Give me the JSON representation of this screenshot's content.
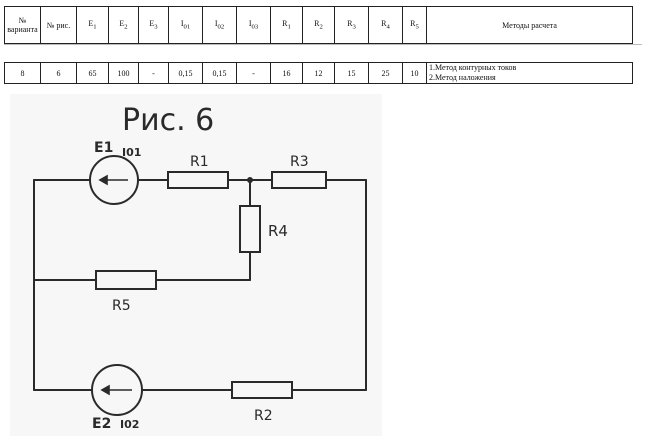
{
  "table": {
    "headers": [
      {
        "main": "№ варианта",
        "sub": ""
      },
      {
        "main": "№ рис.",
        "sub": ""
      },
      {
        "main": "E",
        "sub": "1"
      },
      {
        "main": "E",
        "sub": "2"
      },
      {
        "main": "E",
        "sub": "3"
      },
      {
        "main": "I",
        "sub": "01"
      },
      {
        "main": "I",
        "sub": "02"
      },
      {
        "main": "I",
        "sub": "03"
      },
      {
        "main": "R",
        "sub": "1"
      },
      {
        "main": "R",
        "sub": "2"
      },
      {
        "main": "R",
        "sub": "3"
      },
      {
        "main": "R",
        "sub": "4"
      },
      {
        "main": "R",
        "sub": "5"
      },
      {
        "main": "Методы расчета",
        "sub": ""
      }
    ],
    "row": [
      "8",
      "6",
      "65",
      "100",
      "-",
      "0,15",
      "0,15",
      "-",
      "16",
      "12",
      "15",
      "25",
      "10"
    ],
    "methods": [
      "1.Метод контурных токов",
      "2.Метод наложения"
    ]
  },
  "figure": {
    "title": "Рис. 6",
    "labels": {
      "E1": "E1",
      "I01": "I01",
      "R1": "R1",
      "R3": "R3",
      "R4": "R4",
      "R5": "R5",
      "E2": "E2",
      "I02": "I02",
      "R2": "R2"
    }
  }
}
